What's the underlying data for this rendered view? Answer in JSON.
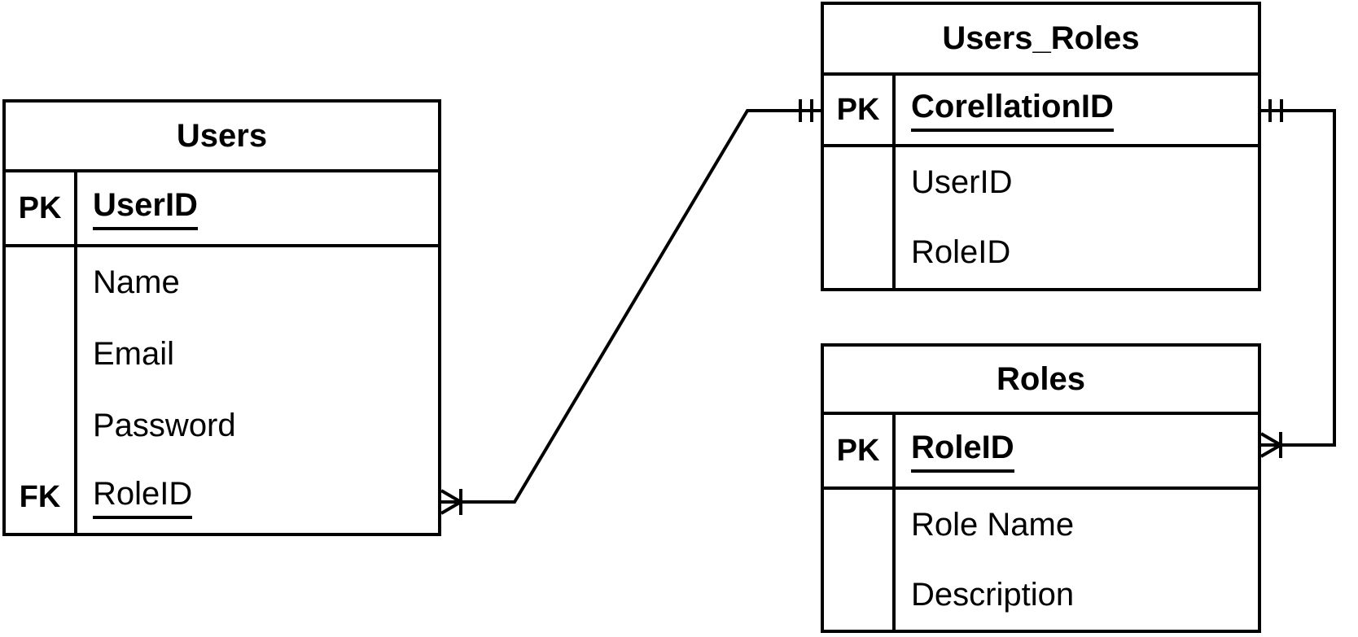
{
  "tables": [
    {
      "name": "Users",
      "rows": [
        {
          "key": "PK",
          "field": "UserID",
          "is_key": true
        },
        {
          "key": "",
          "field": "Name",
          "is_key": false
        },
        {
          "key": "",
          "field": "Email",
          "is_key": false
        },
        {
          "key": "",
          "field": "Password",
          "is_key": false
        },
        {
          "key": "FK",
          "field": "RoleID",
          "is_key": true
        }
      ]
    },
    {
      "name": "Users_Roles",
      "rows": [
        {
          "key": "PK",
          "field": "CorellationID",
          "is_key": true
        },
        {
          "key": "",
          "field": "UserID",
          "is_key": false
        },
        {
          "key": "",
          "field": "RoleID",
          "is_key": false
        }
      ]
    },
    {
      "name": "Roles",
      "rows": [
        {
          "key": "PK",
          "field": "RoleID",
          "is_key": true
        },
        {
          "key": "",
          "field": "Role Name",
          "is_key": false
        },
        {
          "key": "",
          "field": "Description",
          "is_key": false
        }
      ]
    }
  ],
  "relationships": [
    {
      "from_table": "Users",
      "from_field": "RoleID",
      "to_table": "Users_Roles",
      "to_field": "CorellationID",
      "from_cardinality": "one-or-many",
      "to_cardinality": "one-and-only-one",
      "notation": "crow's foot"
    },
    {
      "from_table": "Roles",
      "from_field": "RoleID",
      "to_table": "Users_Roles",
      "to_field": "CorellationID",
      "from_cardinality": "one-or-many",
      "to_cardinality": "one-and-only-one",
      "notation": "crow's foot"
    }
  ],
  "colors": {
    "line": "#000000",
    "text": "#000000",
    "background": "#ffffff"
  }
}
